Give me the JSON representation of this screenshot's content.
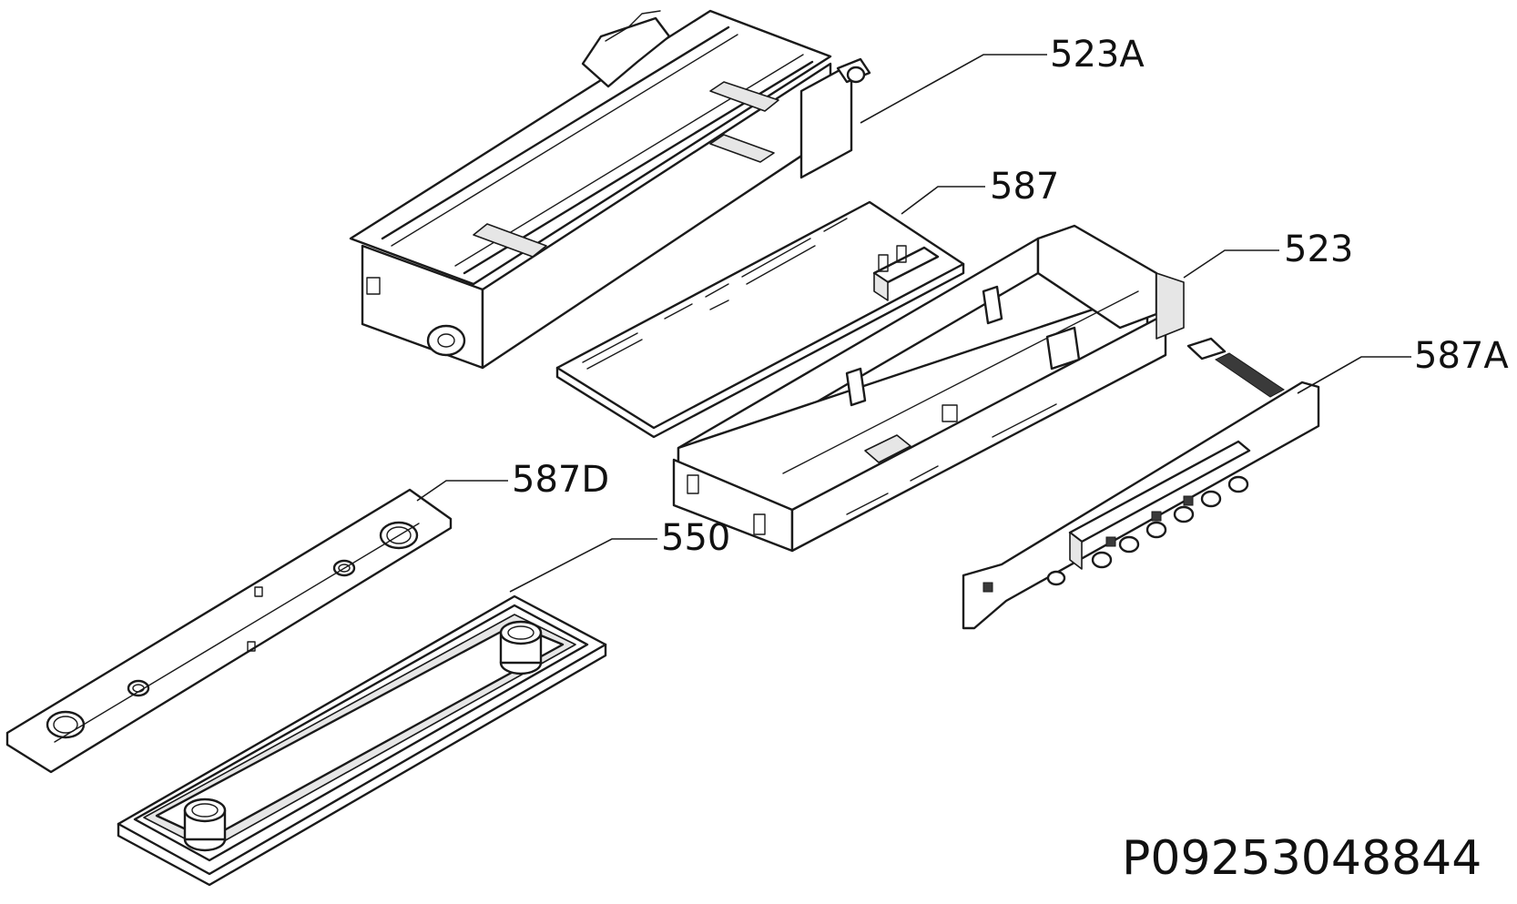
{
  "diagram": {
    "type": "exploded-parts-view",
    "part_labels": {
      "control_housing_top": "523A",
      "circuit_board": "587",
      "panel_frame": "523",
      "button_board": "587A",
      "key_membrane": "587D",
      "control_panel_cover": "550"
    },
    "drawing_code": "P09253048844"
  }
}
